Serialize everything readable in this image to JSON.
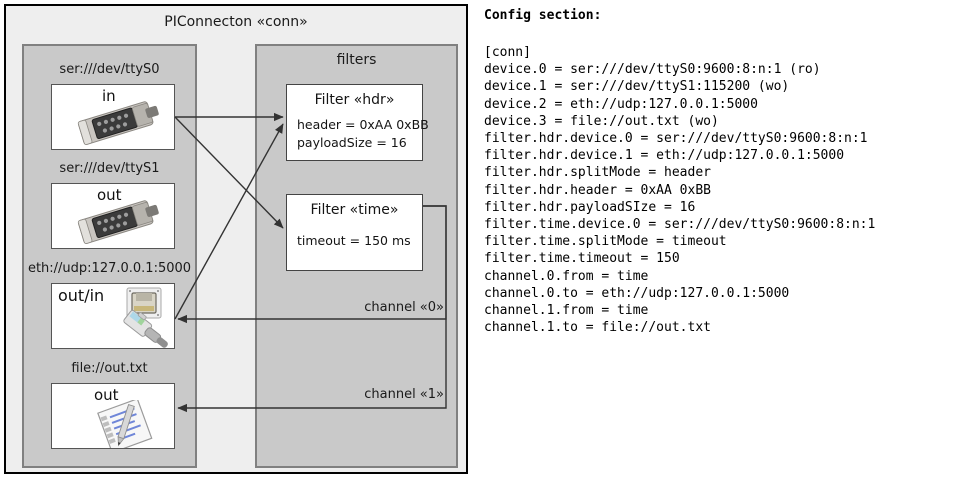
{
  "diagram": {
    "title": "PIConnecton «conn»",
    "devices_group": {
      "title": ""
    },
    "filters_group": {
      "title": "filters"
    },
    "devices": [
      {
        "caption": "ser:///dev/ttyS0",
        "label": "in",
        "icon": "serial-db9-icon"
      },
      {
        "caption": "ser:///dev/ttyS1",
        "label": "out",
        "icon": "serial-db9-icon"
      },
      {
        "caption": "eth://udp:127.0.0.1:5000",
        "label": "out/in",
        "icon": "ethernet-rj45-icon"
      },
      {
        "caption": "file://out.txt",
        "label": "out",
        "icon": "text-document-icon"
      }
    ],
    "filters": [
      {
        "title": "Filter «hdr»",
        "props": [
          "header = 0xAA 0xBB",
          "payloadSize = 16"
        ]
      },
      {
        "title": "Filter «time»",
        "props": [
          "timeout = 150 ms"
        ]
      }
    ],
    "channels": [
      {
        "label": "channel «0»"
      },
      {
        "label": "channel «1»"
      }
    ]
  },
  "config": {
    "heading": "Config section:",
    "lines": [
      "[conn]",
      "device.0 = ser:///dev/ttyS0:9600:8:n:1 (ro)",
      "device.1 = ser:///dev/ttyS1:115200 (wo)",
      "device.2 = eth://udp:127.0.0.1:5000",
      "device.3 = file://out.txt (wo)",
      "filter.hdr.device.0 = ser:///dev/ttyS0:9600:8:n:1",
      "filter.hdr.device.1 = eth://udp:127.0.0.1:5000",
      "filter.hdr.splitMode = header",
      "filter.hdr.header = 0xAA 0xBB",
      "filter.hdr.payloadSIze = 16",
      "filter.time.device.0 = ser:///dev/ttyS0:9600:8:n:1",
      "filter.time.splitMode = timeout",
      "filter.time.timeout = 150",
      "channel.0.from = time",
      "channel.0.to = eth://udp:127.0.0.1:5000",
      "channel.1.from = time",
      "channel.1.to = file://out.txt"
    ]
  },
  "colors": {
    "canvas": "#ffffff",
    "diagram_bg": "#eeeeee",
    "group_bg": "#c9c9c9",
    "card_bg": "#ffffff",
    "border_dark": "#000000",
    "border_gray": "#808080",
    "line": "#333333"
  }
}
